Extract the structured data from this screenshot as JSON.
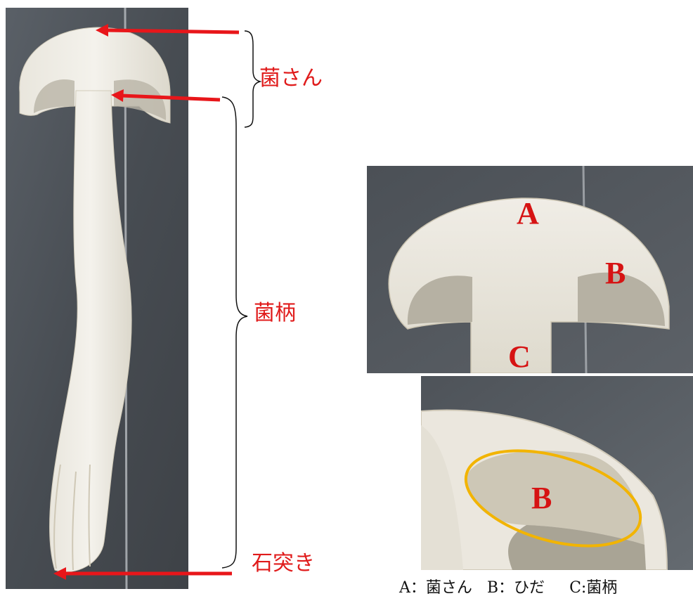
{
  "diagram": {
    "labels": {
      "cap": "菌さん",
      "stem": "菌柄",
      "base": "石突き"
    },
    "letters": {
      "a": "A",
      "b": "B",
      "c": "C"
    },
    "zoom_letter": "B",
    "caption": {
      "a": "A：菌さん",
      "b": "B：ひだ",
      "c": "C:菌柄"
    },
    "colors": {
      "arrow": "#e8161a",
      "highlight": "#f2b400",
      "label": "#e01b1b",
      "background_photo": "#4d5258"
    }
  }
}
